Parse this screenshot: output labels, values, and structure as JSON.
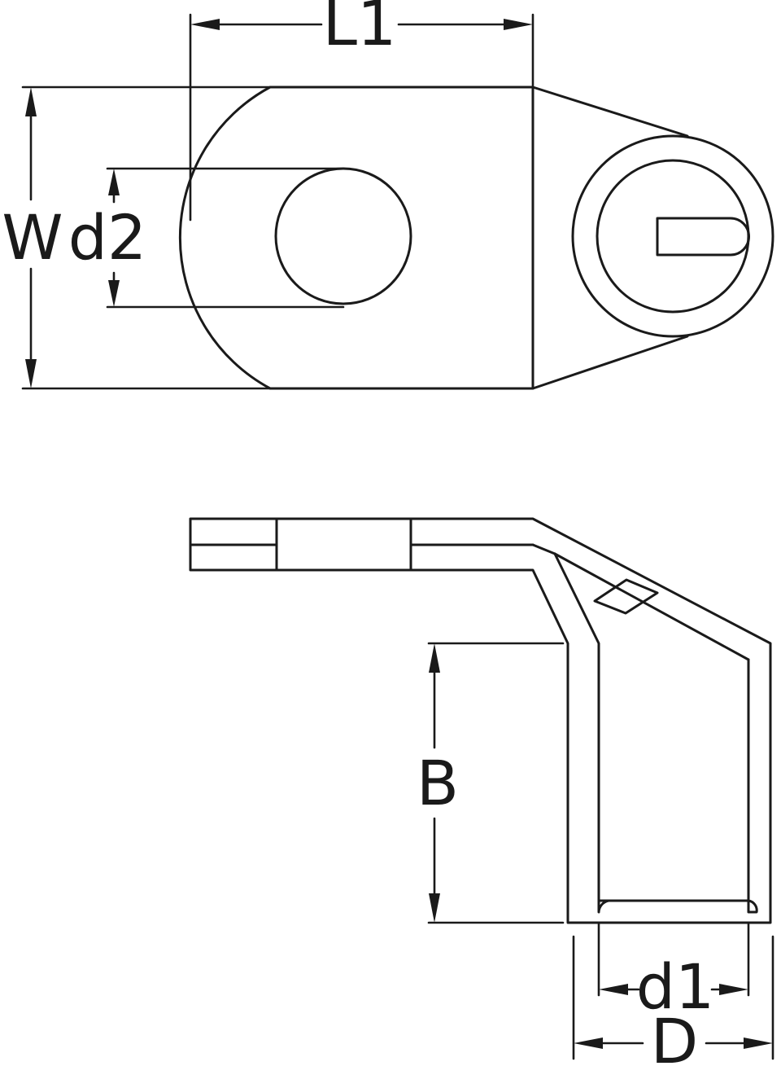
{
  "labels": {
    "L1": "L1",
    "W": "W",
    "d2": "d2",
    "B": "B",
    "d1": "d1",
    "D": "D"
  },
  "colors": {
    "line": "#1a1a1a",
    "background": "#ffffff"
  }
}
